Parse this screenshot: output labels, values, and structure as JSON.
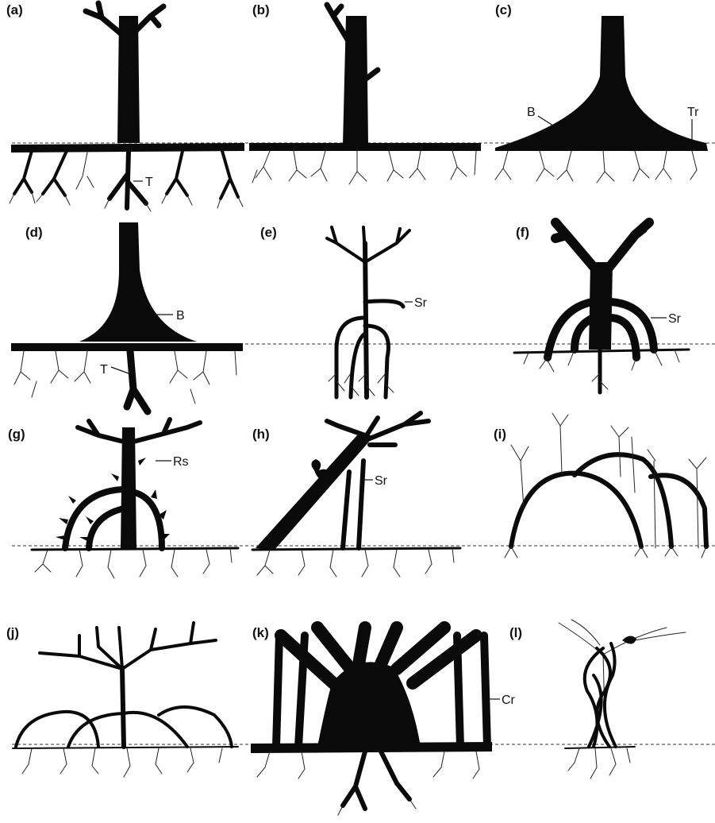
{
  "panels": [
    {
      "id": "a",
      "label": "(a)",
      "callouts": [
        "T"
      ]
    },
    {
      "id": "b",
      "label": "(b)",
      "callouts": []
    },
    {
      "id": "c",
      "label": "(c)",
      "callouts": [
        "B",
        "Tr"
      ]
    },
    {
      "id": "d",
      "label": "(d)",
      "callouts": [
        "B",
        "T"
      ]
    },
    {
      "id": "e",
      "label": "(e)",
      "callouts": [
        "Sr"
      ]
    },
    {
      "id": "f",
      "label": "(f)",
      "callouts": [
        "Sr"
      ]
    },
    {
      "id": "g",
      "label": "(g)",
      "callouts": [
        "Rs"
      ]
    },
    {
      "id": "h",
      "label": "(h)",
      "callouts": [
        "Sr"
      ]
    },
    {
      "id": "i",
      "label": "(i)",
      "callouts": []
    },
    {
      "id": "j",
      "label": "(j)",
      "callouts": []
    },
    {
      "id": "k",
      "label": "(k)",
      "callouts": [
        "Cr"
      ]
    },
    {
      "id": "l",
      "label": "(l)",
      "callouts": []
    }
  ],
  "style": {
    "ink": "#0a0a0a",
    "background": "#ffffff"
  }
}
